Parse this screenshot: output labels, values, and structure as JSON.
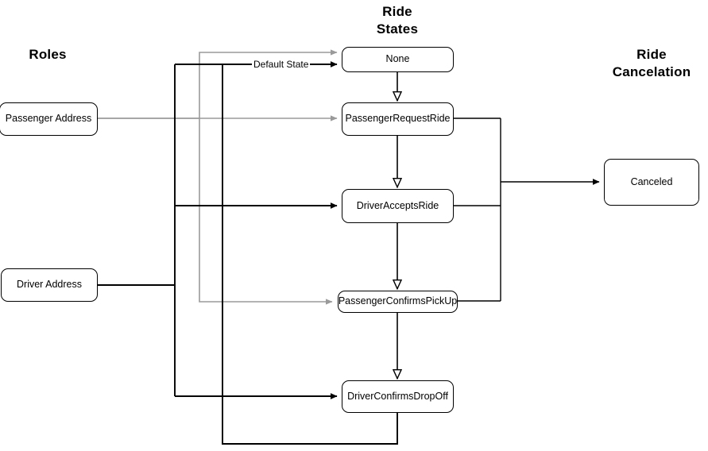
{
  "diagram": {
    "title": "Ride States state machine",
    "columns": [
      {
        "id": "roles",
        "title": "Roles"
      },
      {
        "id": "ride-states",
        "title": "Ride\nStates"
      },
      {
        "id": "ride-cancelation",
        "title": "Ride\nCancelation"
      }
    ],
    "roles": [
      {
        "id": "passenger-address",
        "label": "Passenger Address"
      },
      {
        "id": "driver-address",
        "label": "Driver Address"
      }
    ],
    "states": [
      {
        "id": "none",
        "label": "None"
      },
      {
        "id": "passenger-request-ride",
        "label": "PassengerRequestRide"
      },
      {
        "id": "driver-accepts-ride",
        "label": "DriverAcceptsRide"
      },
      {
        "id": "passenger-confirms-pickup",
        "label": "PassengerConfirmsPickUp"
      },
      {
        "id": "driver-confirms-dropoff",
        "label": "DriverConfirmsDropOff"
      }
    ],
    "cancelation": [
      {
        "id": "canceled",
        "label": "Canceled"
      }
    ],
    "edge_labels": [
      {
        "id": "default-state",
        "label": "Default State"
      }
    ],
    "colors": {
      "stroke": "#000000",
      "stroke_secondary": "#9a9a9a",
      "node_fill": "#ffffff",
      "text": "#000000",
      "background": "#ffffff"
    }
  }
}
